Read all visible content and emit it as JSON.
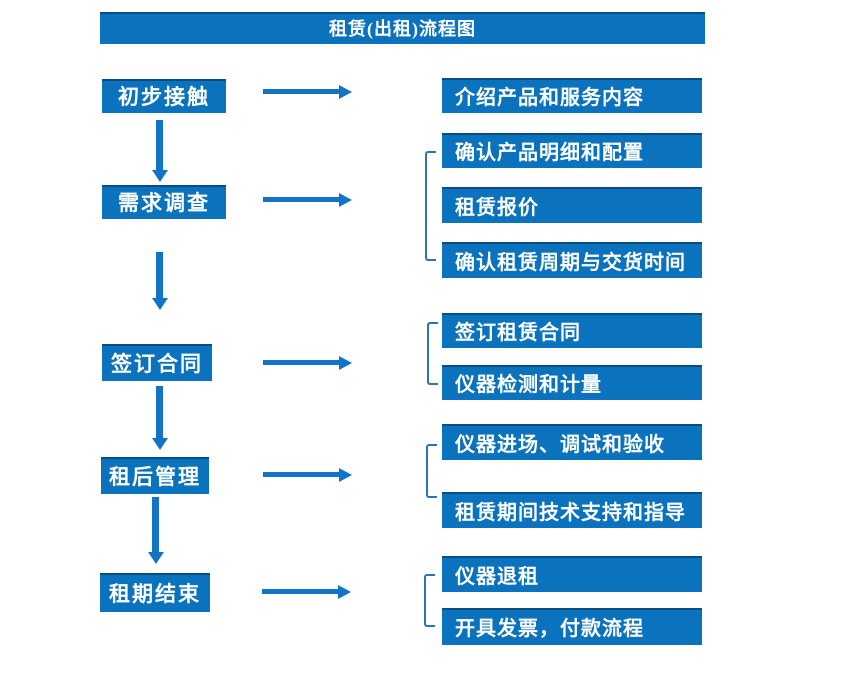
{
  "title": "租赁(出租)流程图",
  "colors": {
    "box_blue": "#0b72bd",
    "arrow_blue": "#1373c6",
    "bracket_blue": "#2e74b5",
    "text_white": "#ffffff",
    "background": "#ffffff"
  },
  "steps": [
    {
      "label": "初步接触",
      "details": [
        "介绍产品和服务内容"
      ]
    },
    {
      "label": "需求调查",
      "details": [
        "确认产品明细和配置",
        "租赁报价",
        "确认租赁周期与交货时间"
      ]
    },
    {
      "label": "签订合同",
      "details": [
        "签订租赁合同",
        "仪器检测和计量"
      ]
    },
    {
      "label": "租后管理",
      "details": [
        "仪器进场、调试和验收",
        "租赁期间技术支持和指导"
      ]
    },
    {
      "label": "租期结束",
      "details": [
        "仪器退租",
        "开具发票，付款流程"
      ]
    }
  ]
}
